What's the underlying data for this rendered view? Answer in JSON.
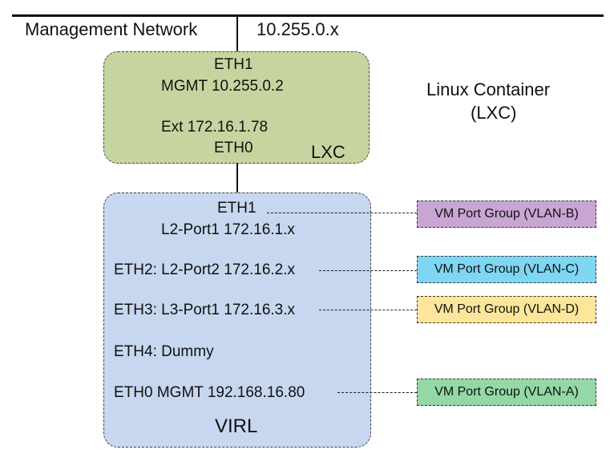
{
  "colors": {
    "lxc_fill": "#c6d59f",
    "virl_fill": "#c6d7ef",
    "vlan_b": "#c9a5d4",
    "vlan_c": "#7fd6f3",
    "vlan_d": "#fde69b",
    "vlan_a": "#93d8a6"
  },
  "network": {
    "name": "Management Network",
    "subnet": "10.255.0.x"
  },
  "lxc": {
    "eth1": "ETH1",
    "mgmt": "MGMT 10.255.0.2",
    "ext": "Ext 172.16.1.78",
    "eth0": "ETH0",
    "label": "LXC",
    "desc_line1": "Linux Container",
    "desc_line2": "(LXC)"
  },
  "virl": {
    "eth1": "ETH1",
    "l2port1": "L2-Port1 172.16.1.x",
    "eth2": "ETH2: L2-Port2 172.16.2.x",
    "eth3": "ETH3: L3-Port1 172.16.3.x",
    "eth4": "ETH4: Dummy",
    "eth0": "ETH0  MGMT 192.168.16.80",
    "label": "VIRL"
  },
  "port_groups": {
    "vlan_b": "VM Port Group (VLAN-B)",
    "vlan_c": "VM Port Group (VLAN-C)",
    "vlan_d": "VM Port Group (VLAN-D)",
    "vlan_a": "VM Port Group (VLAN-A)"
  }
}
